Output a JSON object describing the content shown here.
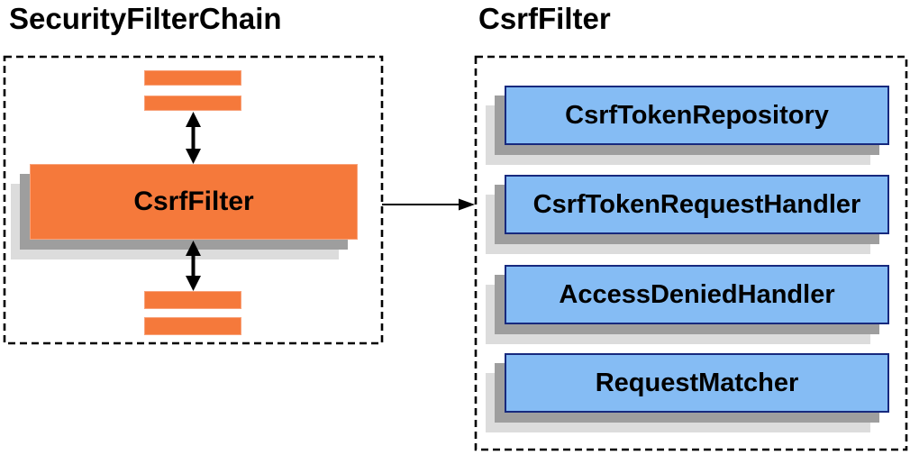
{
  "diagram": {
    "left_panel": {
      "title": "SecurityFilterChain",
      "filter_box_label": "CsrfFilter"
    },
    "right_panel": {
      "title": "CsrfFilter",
      "components": [
        {
          "label": "CsrfTokenRepository"
        },
        {
          "label": "CsrfTokenRequestHandler"
        },
        {
          "label": "AccessDeniedHandler"
        },
        {
          "label": "RequestMatcher"
        }
      ]
    },
    "colors": {
      "orange_fill": "#F5793B",
      "orange_border": "#F8A27A",
      "blue_fill": "#85BCF4",
      "blue_border": "#17297E",
      "shadow_dark": "#9E9E9E",
      "shadow_light": "#DCDCDC",
      "outline": "#000000",
      "text_color": "#000000",
      "canvas_bg": "#FFFFFF"
    }
  }
}
